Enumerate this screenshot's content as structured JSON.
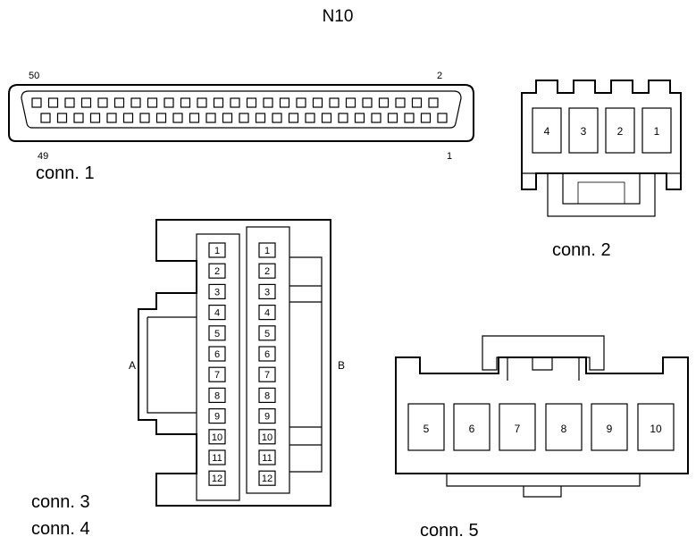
{
  "title": "N10",
  "conn1": {
    "label": "conn. 1",
    "pin_top_left": "50",
    "pin_top_right": "2",
    "pin_bottom_left": "49",
    "pin_bottom_right": "1",
    "top_row_count": 25,
    "bottom_row_count": 25
  },
  "conn2": {
    "label": "conn. 2",
    "pins": [
      "4",
      "3",
      "2",
      "1"
    ]
  },
  "conn34": {
    "label_a": "conn. 3",
    "label_b": "conn. 4",
    "side_a": "A",
    "side_b": "B",
    "pins": [
      "1",
      "2",
      "3",
      "4",
      "5",
      "6",
      "7",
      "8",
      "9",
      "10",
      "11",
      "12"
    ]
  },
  "conn5": {
    "label": "conn. 5",
    "pins": [
      "5",
      "6",
      "7",
      "8",
      "9",
      "10"
    ]
  }
}
